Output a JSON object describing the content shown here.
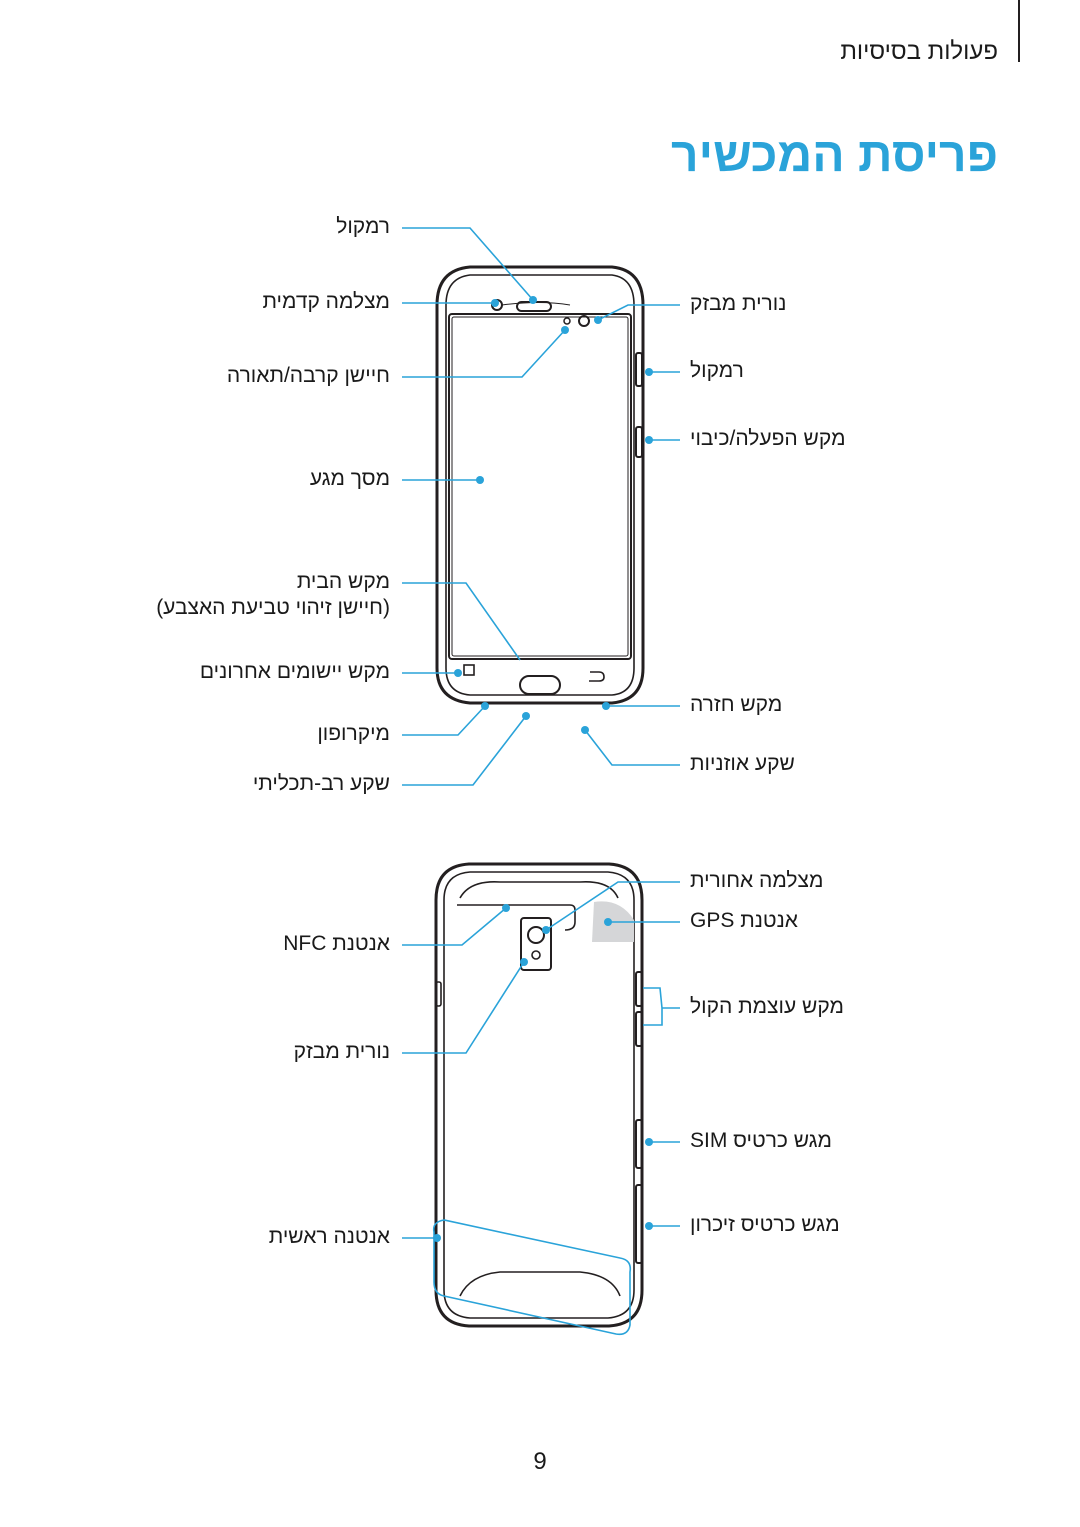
{
  "header": {
    "section_title": "פעולות בסיסיות",
    "page_heading": "פריסת המכשיר"
  },
  "front": {
    "left_labels": {
      "receiver": "רמקול",
      "front_camera": "מצלמה קדמית",
      "proximity_sensor": "חיישן קרבה/תאורה",
      "touch_screen": "מסך מגע",
      "home_key": "מקש הבית",
      "home_key_note": "(חיישן זיהוי טביעת האצבע)",
      "recent_apps_key": "מקש יישומים אחרונים",
      "microphone": "מיקרופון",
      "multipurpose_jack": "שקע רב-תכליתי"
    },
    "right_labels": {
      "led_indicator": "נורית מבזק",
      "speaker": "רמקול",
      "power_key": "מקש הפעלה/כיבוי",
      "back_key": "מקש חזרה",
      "earphone_jack": "שקע אוזניות"
    }
  },
  "back": {
    "left_labels": {
      "nfc_antenna": "אנטנת NFC",
      "flash": "נורית מבזק",
      "main_antenna": "אנטנה ראשית"
    },
    "right_labels": {
      "rear_camera": "מצלמה אחורית",
      "gps_antenna": "אנטנת GPS",
      "volume_key": "מקש עוצמת הקול",
      "sim_tray": "מגש כרטיס SIM",
      "memory_tray": "מגש כרטיס זיכרון"
    }
  },
  "footer": {
    "page_number": "9"
  },
  "colors": {
    "accent": "#2aa3d9",
    "line": "#231f20",
    "gps_area": "#d5d6d8"
  }
}
